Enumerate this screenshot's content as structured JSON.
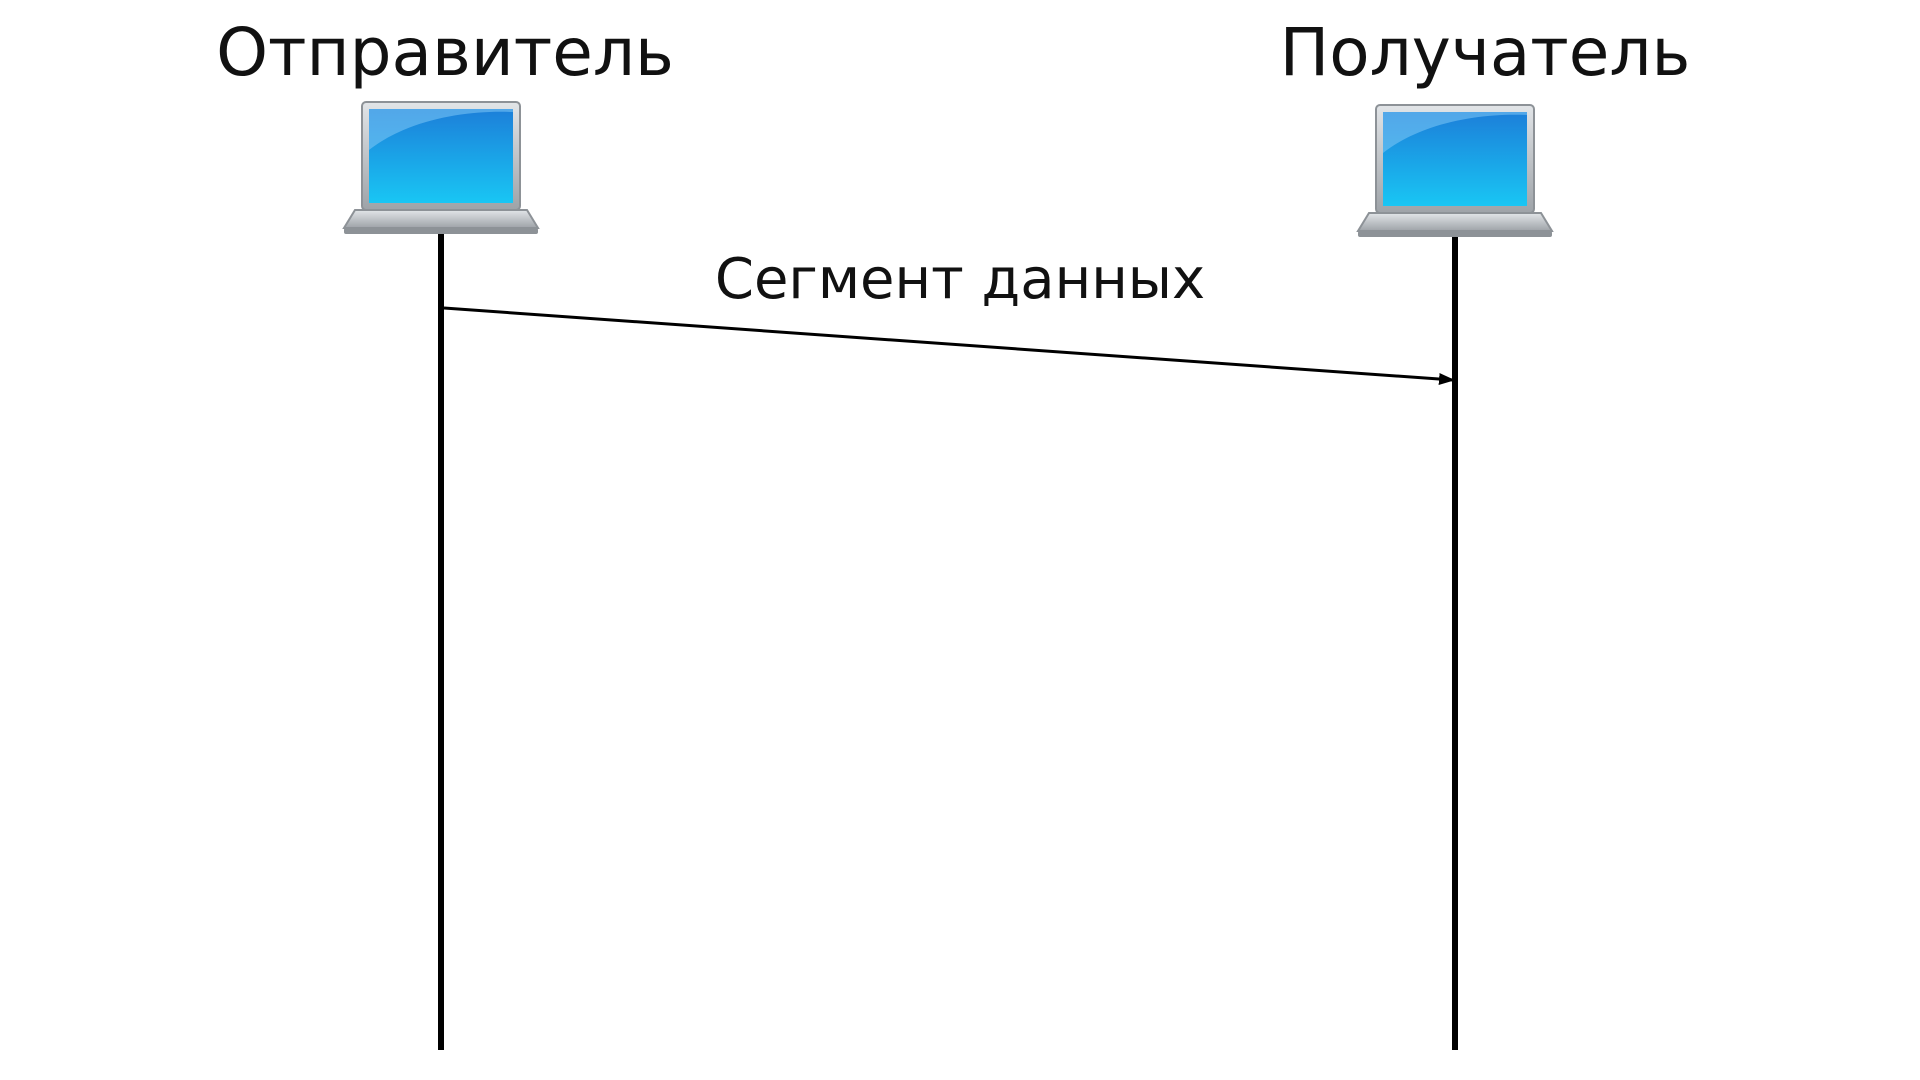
{
  "diagram": {
    "nodes": [
      {
        "id": "sender",
        "label": "Отправитель",
        "icon": "laptop-icon"
      },
      {
        "id": "receiver",
        "label": "Получатель",
        "icon": "laptop-icon"
      }
    ],
    "messages": [
      {
        "from": "sender",
        "to": "receiver",
        "label": "Сегмент данных"
      }
    ],
    "colors": {
      "line": "#000000",
      "screen_top": "#1f8fe6",
      "screen_bottom": "#19c3f2",
      "laptop_body": "#bfc3c8"
    }
  }
}
